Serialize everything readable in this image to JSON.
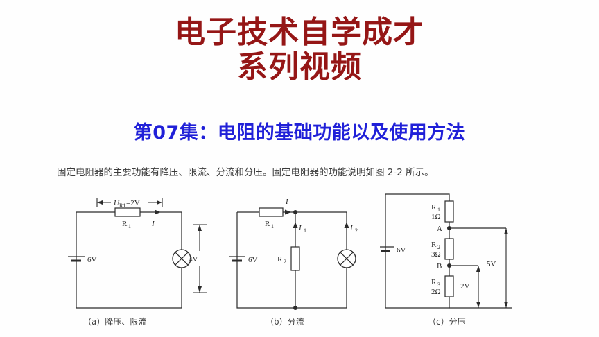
{
  "slide": {
    "title_lines": [
      "电子技术自学成才",
      "系列视频"
    ],
    "subtitle": "第07集：电阻的基础功能以及使用方法",
    "title_color": "#951616",
    "subtitle_color": "#2020d8",
    "body_text": "固定电阻器的主要功能有降压、限流、分流和分压。固定电阻器的功能说明如图 2-2 所示。"
  },
  "figure": {
    "circuits": [
      {
        "id": "a",
        "caption": "（a）降压、限流",
        "source_label": "6V",
        "resistor_label": "R₁",
        "voltage_dimension": "U",
        "voltage_dimension_sub": "R1",
        "voltage_dimension_value": "=2V",
        "current_label": "I",
        "lamp_voltage": "4V"
      },
      {
        "id": "b",
        "caption": "（b）分流",
        "source_label": "6V",
        "resistor1_label": "R₁",
        "resistor2_label": "R₂",
        "current_main": "I",
        "current_branch1": "I",
        "current_branch1_sub": "1",
        "current_branch2": "I",
        "current_branch2_sub": "2"
      },
      {
        "id": "c",
        "caption": "（c）分压",
        "source_label": "6V",
        "resistors": [
          {
            "name": "R",
            "sub": "1",
            "value": "1Ω"
          },
          {
            "name": "R",
            "sub": "2",
            "value": "3Ω"
          },
          {
            "name": "R",
            "sub": "3",
            "value": "2Ω"
          }
        ],
        "node_a": "A",
        "node_b": "B",
        "measure_outer": "5V",
        "measure_inner": "2V"
      }
    ]
  }
}
